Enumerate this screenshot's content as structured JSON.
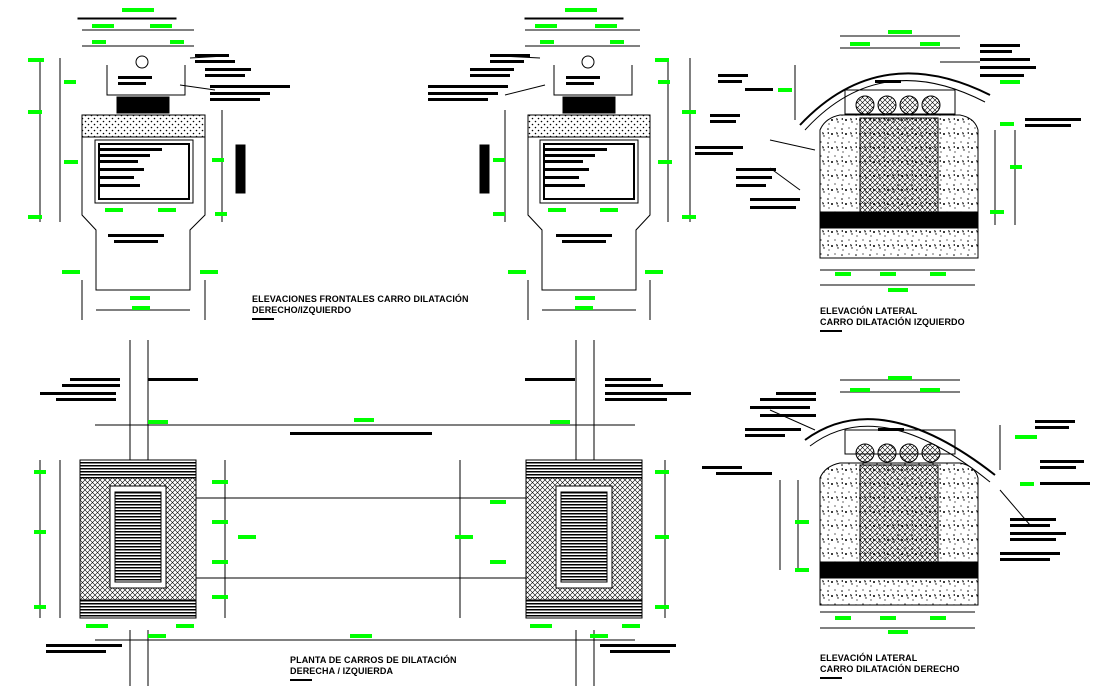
{
  "captions": {
    "front_elevations": {
      "line1": "ELEVACIONES FRONTALES CARRO DILATACIÓN",
      "line2": "DERECHO/IZQUIERDO"
    },
    "lateral_left": {
      "line1": "ELEVACIÓN LATERAL",
      "line2": "CARRO DILATACIÓN IZQUIERDO"
    },
    "plan": {
      "line1": "PLANTA DE CARROS DE DILATACIÓN",
      "line2": "DERECHA / IZQUIERDA"
    },
    "lateral_right": {
      "line1": "ELEVACIÓN LATERAL",
      "line2": "CARRO DILATACIÓN DERECHO"
    }
  },
  "colors": {
    "linework": "#000000",
    "dimension_text": "#00ff00",
    "background": "#ffffff"
  }
}
